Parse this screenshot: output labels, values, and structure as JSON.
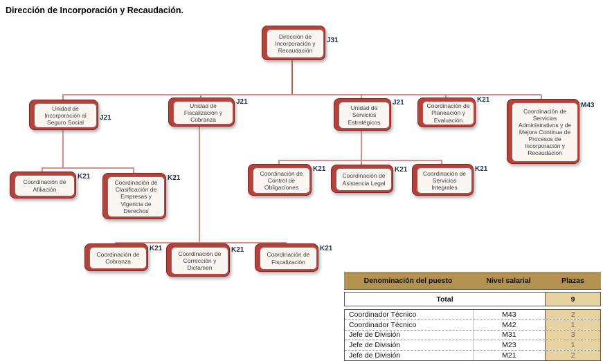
{
  "page_title": "Dirección de Incorporación y Recaudación.",
  "org": {
    "nodes": [
      {
        "title": "Dirección de Incorporación y Recaudación",
        "grade": "J31"
      },
      {
        "title": "Unidad de Incorporación al Seguro Social",
        "grade": "J21"
      },
      {
        "title": "Unidad de Fiscalización y Cobranza",
        "grade": "J21"
      },
      {
        "title": "Unidad de Servicios Estratégicos",
        "grade": "J21"
      },
      {
        "title": "Coordinación de Planeación y Evaluación",
        "grade": "K21"
      },
      {
        "title": "Coordinación de Servicios Administrativos y de Mejora Continua de Procesos de Incorporación y Recaudacion",
        "grade": "M43"
      },
      {
        "title": "Coordinación de Afiliación",
        "grade": "K21"
      },
      {
        "title": "Coordinación de Clasificación de Empresas y Vigencia de Derechos",
        "grade": "K21"
      },
      {
        "title": "Coordinación de Control de Obligaciones",
        "grade": "K21"
      },
      {
        "title": "Coordinación de Asistencia Legal",
        "grade": "K21"
      },
      {
        "title": "Coordinación de Servicios Integrales",
        "grade": "K21"
      },
      {
        "title": "Coordinación de Cobranza",
        "grade": "K21"
      },
      {
        "title": "Coordinación de Corrección y Dictamen",
        "grade": "K21"
      },
      {
        "title": "Coordinación de Fiscalización",
        "grade": "K21"
      }
    ]
  },
  "table": {
    "headers": [
      "Denominación del puesto",
      "Nivel salarial",
      "Plazas"
    ],
    "total_label": "Total",
    "total_plazas": "9",
    "rows": [
      {
        "puesto": "Coordinador Técnico",
        "nivel": "M43",
        "plazas": "2"
      },
      {
        "puesto": "Coordinador Técnico",
        "nivel": "M42",
        "plazas": "1"
      },
      {
        "puesto": "Jefe de División",
        "nivel": "M31",
        "plazas": "3"
      },
      {
        "puesto": "Jefe de División",
        "nivel": "M23",
        "plazas": "1"
      },
      {
        "puesto": "Jefe de División",
        "nivel": "M21",
        "plazas": "2"
      }
    ]
  },
  "colors": {
    "node_back": "#b2423c",
    "node_border": "#c14b45",
    "node_face": "#fbf6f1",
    "connector": "#d0918d",
    "grade_text": "#1f3050",
    "table_header_bg": "#b3914f",
    "plazas_cell_bg": "#e7d2a2"
  }
}
